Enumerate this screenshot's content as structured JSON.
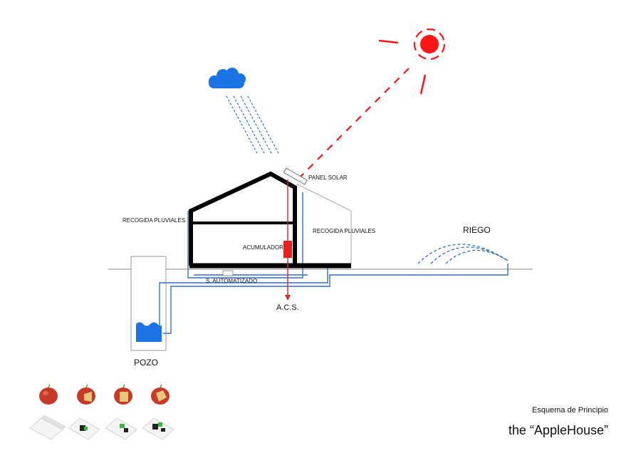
{
  "labels": {
    "panel_solar": "PANEL SOLAR",
    "recogida_left": "RECOGIDA PLUVIALES",
    "recogida_right": "RECOGIDA PLUVIALES",
    "acumulador": "ACUMULADOR",
    "automatizado": "S. AUTOMATIZADO",
    "acs": "A.C.S.",
    "riego": "RIEGO",
    "pozo": "POZO"
  },
  "caption": {
    "subtitle": "Esquema de Principio",
    "title": "the “AppleHouse”"
  },
  "colors": {
    "sun": "#ff1414",
    "rain": "#1a74e8",
    "water": "#1a74e8",
    "walls": "#000000",
    "pipes": "#2f6fc7",
    "accumulator": "#e8201e"
  },
  "icons": {
    "sun": "sun-icon",
    "cloud": "cloud-icon",
    "apples": [
      "apple-whole-icon",
      "apple-cut-icon",
      "apple-cut-icon",
      "apple-cut-icon"
    ],
    "models": [
      "house-model-icon",
      "house-model-icon",
      "house-model-icon",
      "house-model-icon"
    ]
  }
}
